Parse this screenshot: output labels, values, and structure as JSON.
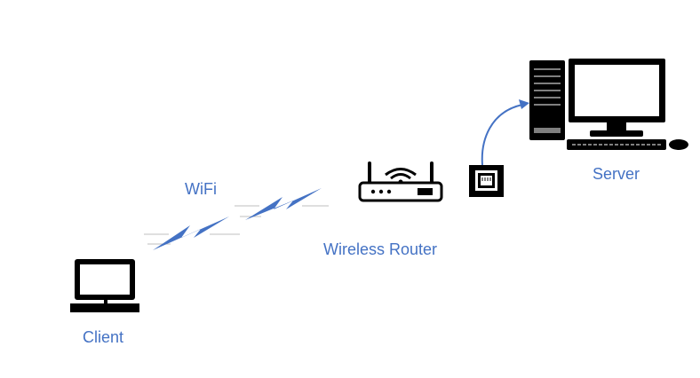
{
  "labels": {
    "server": "Server",
    "wifi": "WiFi",
    "router": "Wireless Router",
    "client": "Client"
  },
  "colors": {
    "label": "#4472c4",
    "bolt": "#4472c4",
    "connector_arrow": "#4472c4",
    "device": "#000000",
    "device_line": "#7f7f7f",
    "wifi_guide": "#bfbfbf"
  },
  "icons": {
    "client": "laptop-icon",
    "router": "wireless-router-icon",
    "port": "ethernet-port-icon",
    "server": "desktop-computer-icon"
  }
}
